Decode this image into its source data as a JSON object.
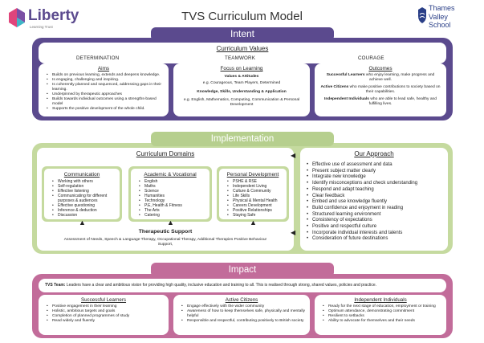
{
  "header": {
    "title": "TVS Curriculum Model",
    "left_logo": {
      "name": "Liberty",
      "tagline": "Learning Trust"
    },
    "right_logo": {
      "line1": "Thames",
      "line2": "Valley",
      "line3": "School"
    }
  },
  "intent": {
    "title": "Intent",
    "values_title": "Curriculum Values",
    "values": [
      "DETERMINATION",
      "TEAMWORK",
      "COURAGE"
    ],
    "aims": {
      "title": "Aims",
      "items": [
        "Builds on previous learning, extends and deepens knowledge.",
        "Is engaging, challenging and inspiring.",
        "Is coherently planned and sequenced, addressing gaps in their learning.",
        "Underpinned by therapeutic approaches",
        "Builds towards individual outcomes using a strengths-based model",
        "Supports the positive development of the whole child."
      ]
    },
    "focus": {
      "title": "Focus on Learning",
      "values_head": "Values & Attitudes",
      "values_text": "e.g. Courageous, Team Players, Determined",
      "knowledge_head": "Knowledge, Skills, Understanding & Application",
      "knowledge_text": "e.g. English, Mathematics, Computing, Communication & Personal Development"
    },
    "outcomes": {
      "title": "Outcomes",
      "items": [
        {
          "bold": "Successful Learners",
          "text": " who enjoy learning, make progress and achieve well."
        },
        {
          "bold": "Active Citizens",
          "text": " who make positive contributions to society based on their capabilities."
        },
        {
          "bold": "Independent Individuals",
          "text": " who are able to lead safe, healthy and fulfilling lives."
        }
      ]
    }
  },
  "implementation": {
    "title": "Implementation",
    "domains_title": "Curriculum Domains",
    "communication": {
      "title": "Communication",
      "items": [
        "Working with others",
        "Self-regulation",
        "Effective listening",
        "Communicating for different purposes & audiences",
        "Effective questioning",
        "Inference & deduction",
        "Discussion"
      ]
    },
    "academic": {
      "title": "Academic & Vocational",
      "items": [
        "English",
        "Maths",
        "Science",
        "Humanities",
        "Technology",
        "P.E, Health & Fitness",
        "The Arts",
        "Catering"
      ]
    },
    "personal": {
      "title": "Personal Development",
      "items": [
        "PSHE & RSE",
        "Independent Living",
        "Culture & Community",
        "Life Skills",
        "Physical & Mental Health",
        "Careers Development",
        "Positive Relationships",
        "Staying Safe"
      ]
    },
    "therapeutic": {
      "title": "Therapeutic Support",
      "text": "Assessment of Needs, Speech & Language Therapy, Occupational Therapy, Additional Therapies Positive Behaviour Support,"
    },
    "approach": {
      "title": "Our Approach",
      "items": [
        "Effective use of assessment and data",
        "Present subject matter clearly",
        "Integrate new knowledge",
        "Identify misconceptions and check understanding",
        "Respond and adapt teaching",
        "Clear feedback",
        "Embed and use knowledge fluently",
        "Build confidence and enjoyment in reading",
        "Structured learning environment",
        "Consistency of expectations",
        "Positive and respectful culture",
        "Incorporate individual interests and talents",
        "Consideration of future destinations"
      ]
    }
  },
  "impact": {
    "title": "Impact",
    "tvs_team_label": "TVS Team:",
    "tvs_team_text": " Leaders have a clear and ambitious vision for providing high quality, inclusive education and training to all. This is realised through strong, shared values, policies and practice.",
    "successful": {
      "title": "Successful Learners",
      "items": [
        "Positive engagement in their learning",
        "Holistic, ambitious targets and goals",
        "Completion of planned programmes of study",
        "Read widely and fluently"
      ]
    },
    "active": {
      "title": "Active Citizens",
      "items": [
        "Engage effectively with the wider community",
        "Awareness of how to keep themselves safe, physically and mentally helpful",
        "Responsible and respectful, contributing positively to British society"
      ]
    },
    "independent": {
      "title": "Independent Individuals",
      "items": [
        "Ready for the next stage of education, employment or training",
        "Optimum attendance, demonstrating commitment",
        "Resilient to setbacks",
        "Ability to advocate for themselves and their needs"
      ]
    }
  },
  "colors": {
    "intent": "#5b4a8e",
    "implementation": "#c5da9f",
    "impact": "#c26c9a"
  }
}
